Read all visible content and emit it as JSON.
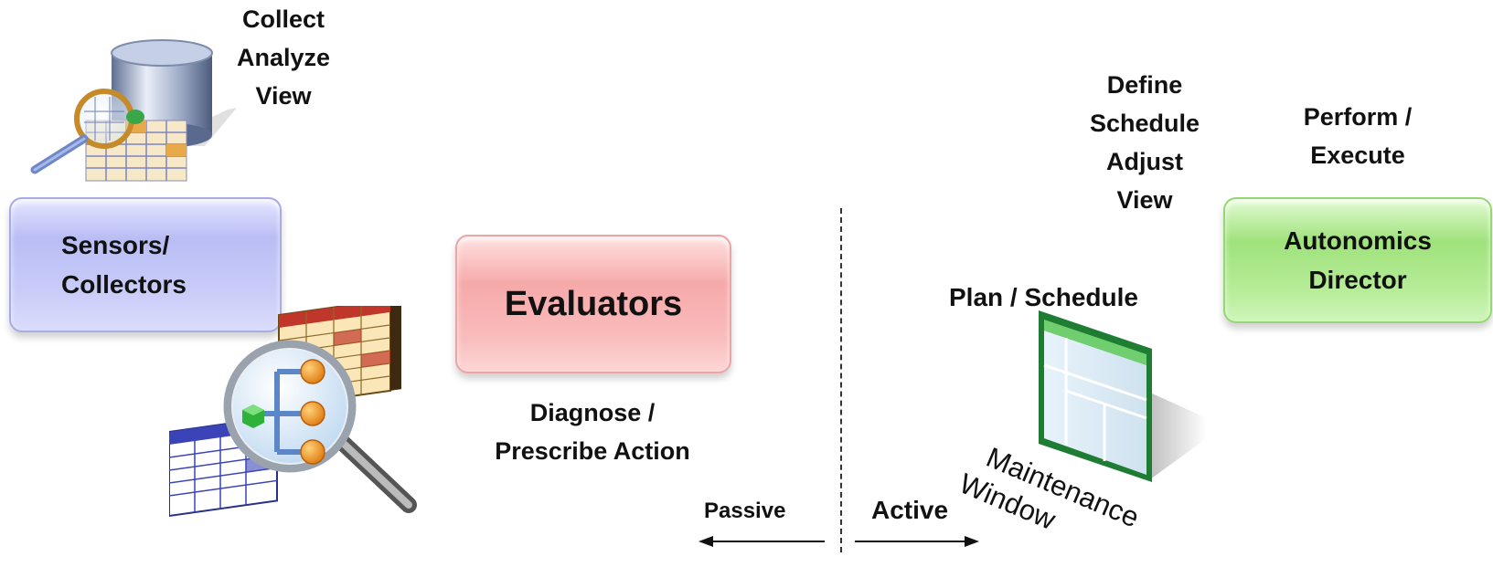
{
  "collect_labels": [
    "Collect",
    "Analyze",
    "View"
  ],
  "sensors_box": [
    "Sensors/",
    "Collectors"
  ],
  "evaluators_box": "Evaluators",
  "diagnose_labels": [
    "Diagnose /",
    "Prescribe Action"
  ],
  "passive_label": "Passive",
  "active_label": "Active",
  "define_labels": [
    "Define",
    "Schedule",
    "Adjust",
    "View"
  ],
  "perform_labels": [
    "Perform /",
    "Execute"
  ],
  "autonomics_box": [
    "Autonomics",
    "Director"
  ],
  "plan_label": "Plan / Schedule",
  "maintenance_labels": [
    "Maintenance",
    "Window"
  ],
  "colors": {
    "sensors": "#c0c3f6",
    "evaluators": "#f7adad",
    "autonomics": "#a8e686"
  },
  "icons": [
    "database-analyze-icon",
    "data-explore-icon",
    "schedule-window-icon"
  ]
}
